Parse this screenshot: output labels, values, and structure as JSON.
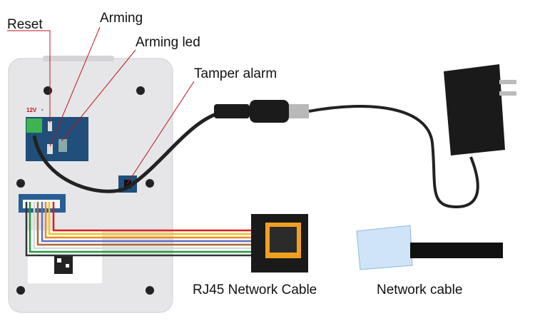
{
  "labels": {
    "reset": "Reset",
    "arming": "Arming",
    "arming_led": "Arming led",
    "tamper_alarm": "Tamper alarm",
    "power_terminal": "12V",
    "power_terminal_minus": "-"
  },
  "captions": {
    "rj45": "RJ45 Network Cable",
    "network_cable": "Network cable"
  },
  "colors": {
    "leader_line": "#c0141c",
    "panel": "#e8e8ea",
    "board": "#1f4f7a",
    "wires": [
      "#d81e1e",
      "#f2c21b",
      "#f08a1c",
      "#5a6fc0",
      "#a9683a",
      "#d8d8d8",
      "#1e9a3a",
      "#333333"
    ]
  }
}
